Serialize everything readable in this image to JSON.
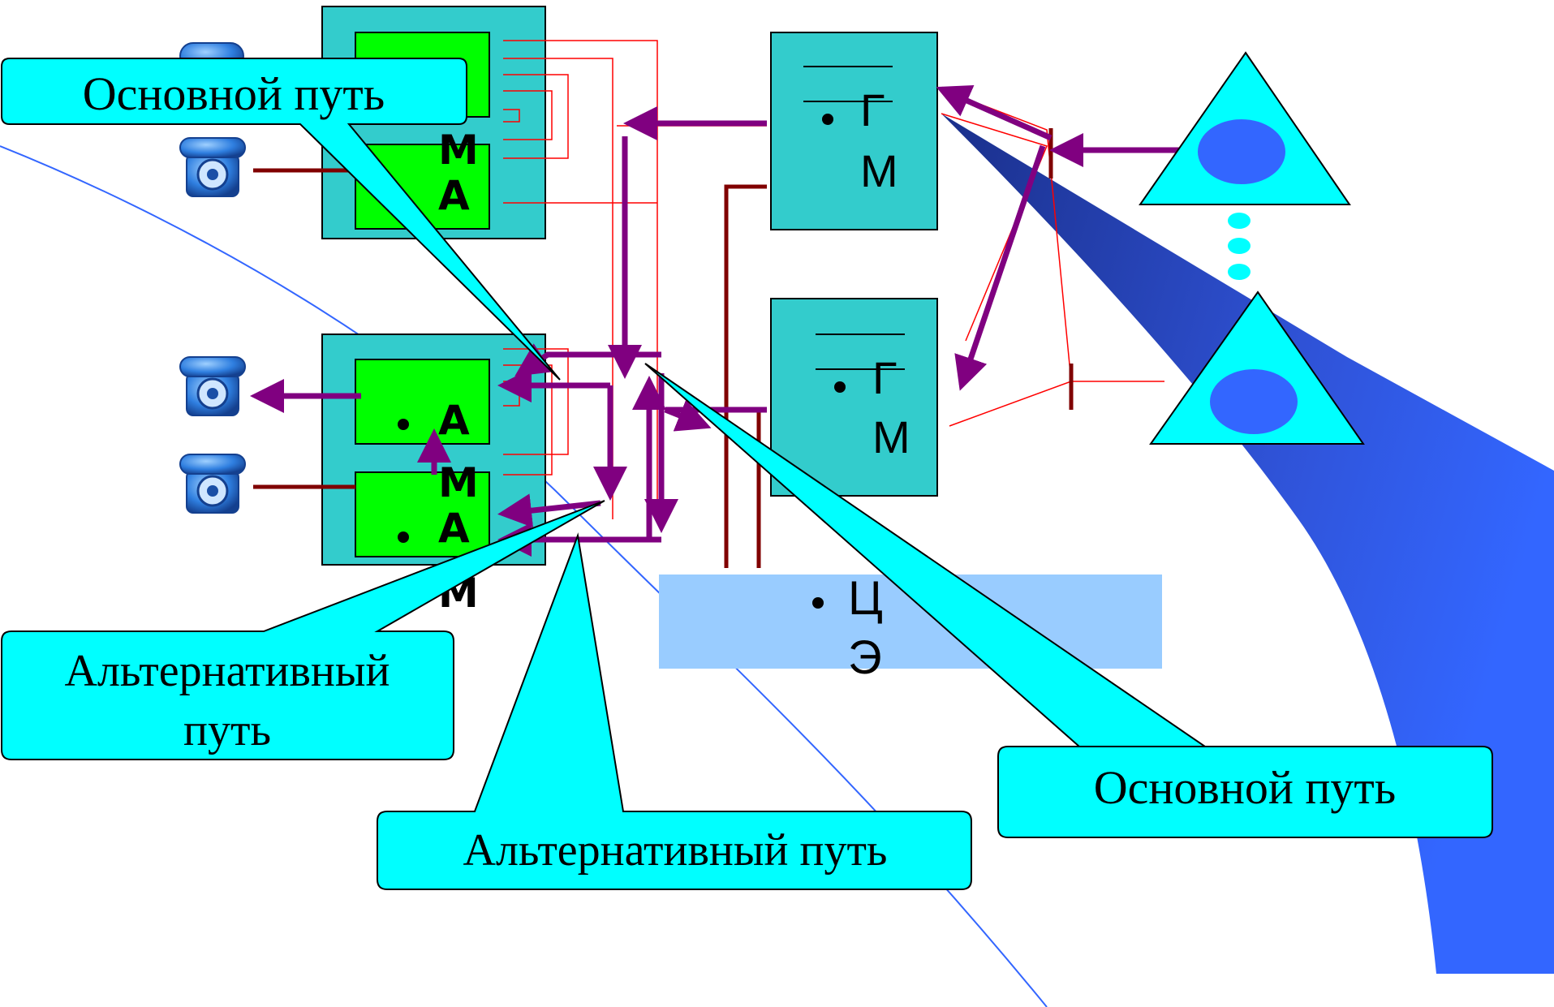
{
  "callouts": {
    "main_path_top": "Основной путь",
    "main_path_bottom": "Основной путь",
    "alt_path_left": "Альтернативный путь",
    "alt_path_left_line1": "Альтернативный",
    "alt_path_left_line2": "путь",
    "alt_path_bottom": "Альтернативный путь"
  },
  "module_letters": {
    "top_m": "М",
    "top_a": "А",
    "bot_a1": "А",
    "bot_m": "М",
    "bot_a2": "А",
    "bot_m2": "М"
  },
  "gm_blocks": {
    "top_g": "Г",
    "top_m": "М",
    "bottom_g": "Г",
    "bottom_m": "М"
  },
  "center": {
    "line1": "Ц",
    "line2": "Э"
  },
  "icons": [
    "telephone-icon",
    "antenna-triangle-icon",
    "vertical-dots-icon"
  ],
  "colors": {
    "cyan": "#33CCCC",
    "green": "#00FF00",
    "callout": "#00FFFF",
    "purple": "#800080",
    "darkred": "#800000",
    "red": "#FF0000",
    "blue": "#3366FF",
    "lightblue": "#99CCFF"
  }
}
